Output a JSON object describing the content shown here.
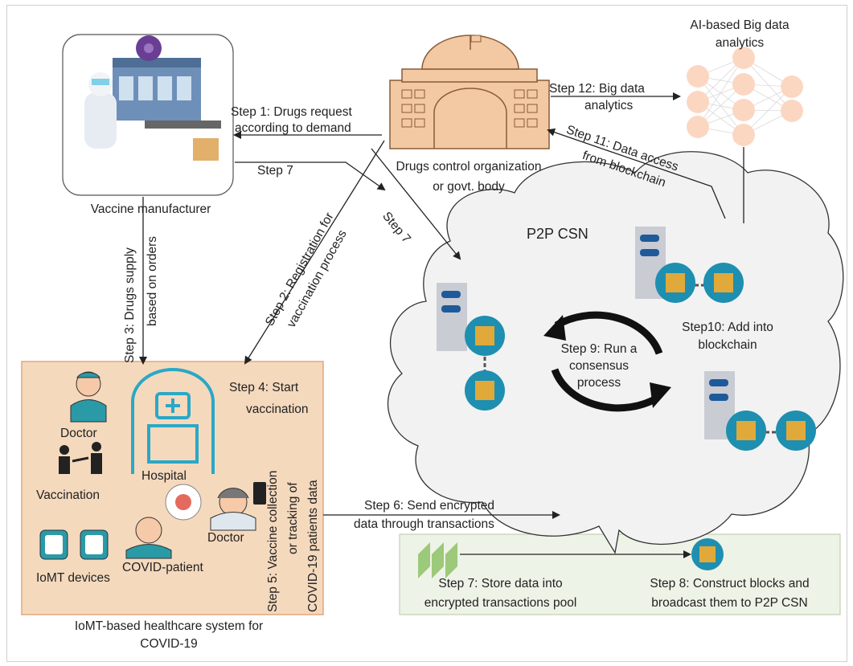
{
  "labels": {
    "step1_line1": "Step 1: Drugs request",
    "step1_line2": "according to demand",
    "step12_line1": "Step 12: Big data",
    "step12_line2": "analytics",
    "step11_line1": "Step 11: Data access",
    "step11_line2": "from blockchain",
    "step7_top": "Step 7",
    "step7_diag": "Step 7",
    "drugs_org_line1": "Drugs control organization",
    "drugs_org_line2": "or govt. body",
    "vaccine_manufacturer": "Vaccine manufacturer",
    "ai_line1": "AI-based Big data",
    "ai_line2": "analytics",
    "p2p_csn": "P2P CSN",
    "step2_line1": "Step 2: Registration for",
    "step2_line2": "vaccination process",
    "step3_line1": "Step 3: Drugs supply",
    "step3_line2": "based on orders",
    "step9_line1": "Step 9: Run a",
    "step9_line2": "consensus",
    "step9_line3": "process",
    "step10_line1": "Step10: Add into",
    "step10_line2": "blockchain",
    "step4_line1": "Step 4: Start",
    "step4_line2": "vaccination",
    "doctor1": "Doctor",
    "vaccination": "Vaccination",
    "hospital": "Hospital",
    "doctor2": "Doctor",
    "iomt_devices": "IoMT devices",
    "covid_patient": "COVID-patient",
    "step5_line1": "Step 5: Vaccine collection",
    "step5_line2": "or tracking of",
    "step5_line3": "COVID-19 patients data",
    "step6_line1": "Step 6: Send encrypted",
    "step6_line2": "data through transactions",
    "step7_pool_line1": "Step 7: Store data into",
    "step7_pool_line2": "encrypted transactions pool",
    "step8_line1": "Step 8: Construct blocks and",
    "step8_line2": "broadcast them to P2P CSN",
    "iomt_system_line1": "IoMT-based healthcare system for",
    "iomt_system_line2": "COVID-19"
  },
  "icons": [
    "vaccine-factory-icon",
    "government-building-icon",
    "neural-network-icon",
    "server-icon",
    "blockchain-block-icon",
    "cycle-arrows-icon",
    "doctor-icon",
    "vaccination-icon",
    "hospital-icon",
    "smartwatch-icon",
    "patient-icon",
    "virus-icon",
    "transaction-pool-icon"
  ],
  "colors": {
    "iomt_box": "#f5d9bd",
    "building": "#f3c9a3",
    "cloud": "#f2f2f2",
    "node": "#f7d8c4",
    "teal": "#1e8fb0",
    "pool_box": "#eef3e7"
  }
}
